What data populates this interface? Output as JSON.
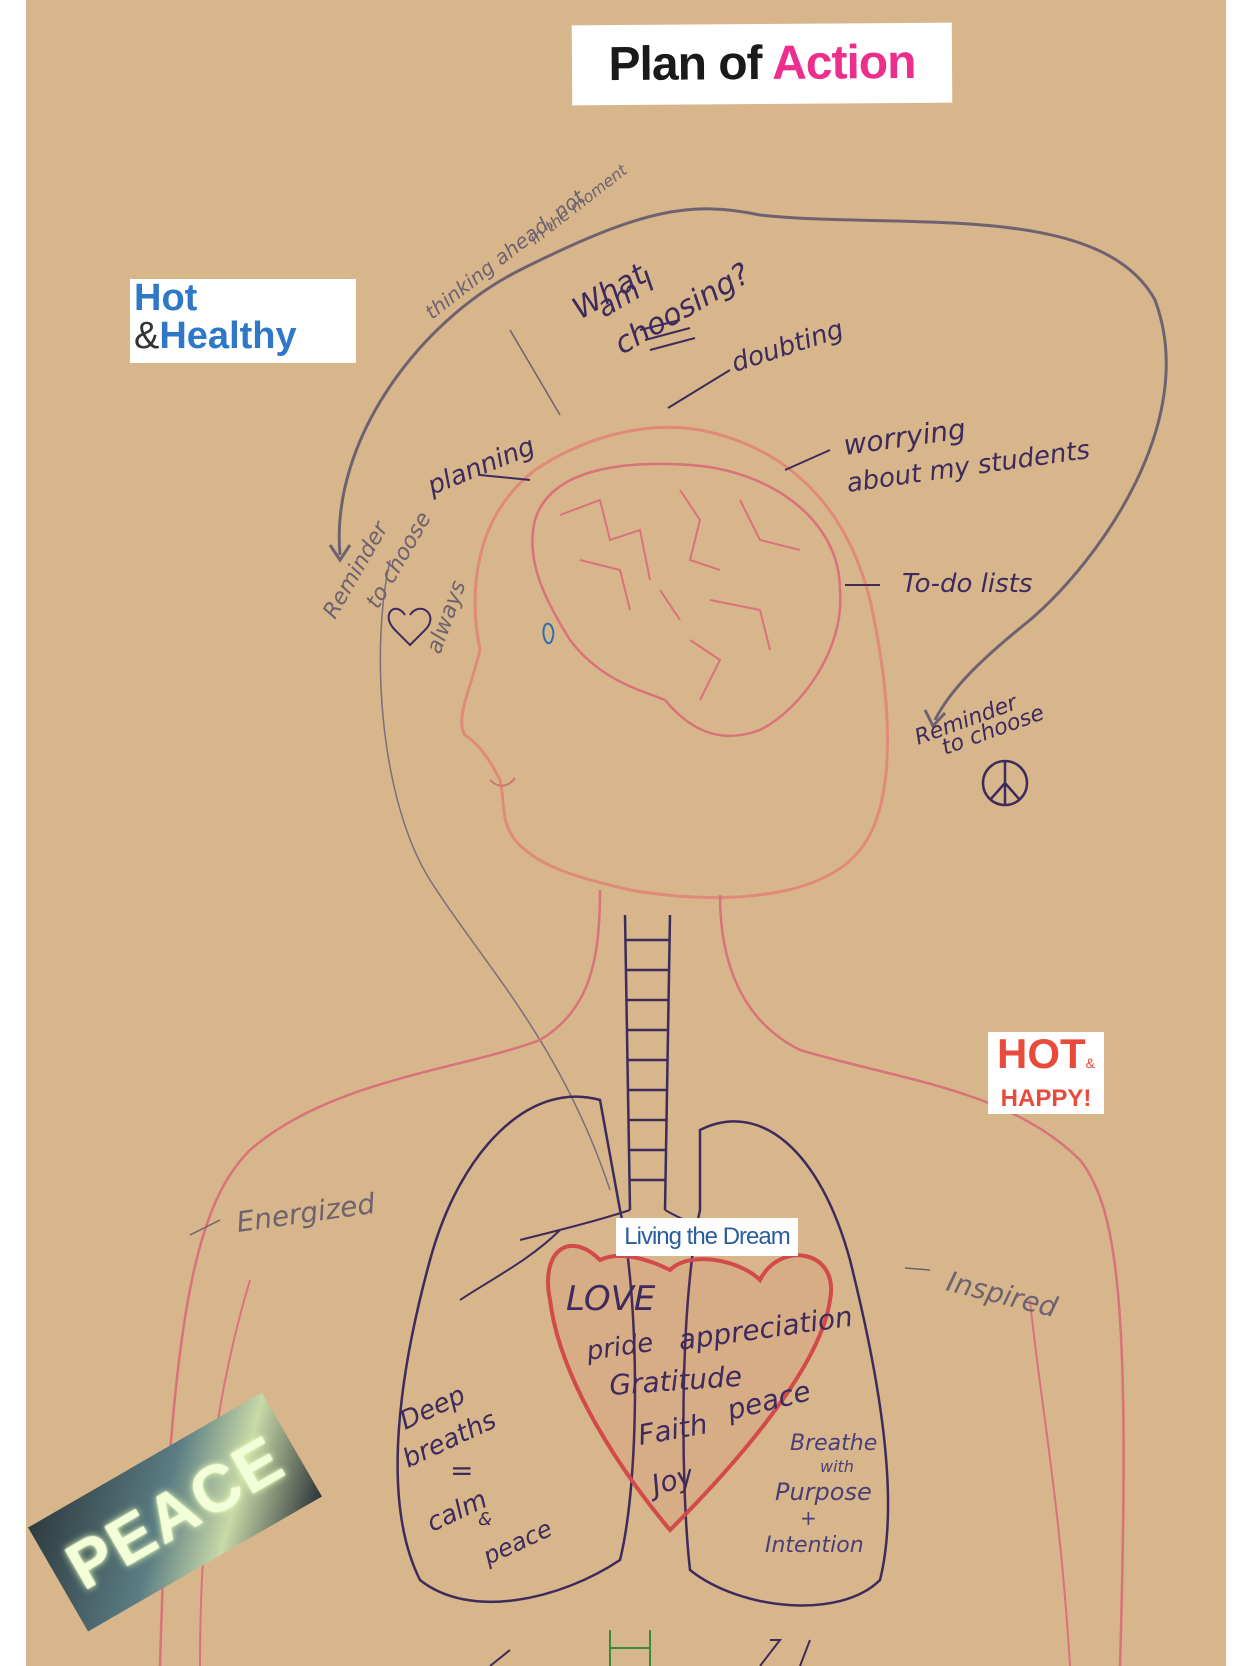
{
  "cutouts": {
    "title": {
      "word1": "Plan of",
      "word2": "Action"
    },
    "hot_healthy": {
      "line1": "Hot",
      "amp": "&",
      "line2": "Healthy"
    },
    "hot_happy": {
      "line1": "HOT",
      "amp": "&",
      "line2": "HAPPY!"
    },
    "living": "Living the Dream",
    "peace": "PEACE"
  },
  "notes": {
    "thinking_ahead": "thinking ahead, not",
    "in_the_moment": "in the moment",
    "what_am_i": "What",
    "what_am_i2": "am I",
    "choosing": "choosing?",
    "doubting": "doubting",
    "planning": "planning",
    "worrying": "worrying",
    "about_students": "about my students",
    "todo": "To-do lists",
    "reminder_left_1": "Reminder",
    "reminder_left_2": "to choose",
    "always": "always",
    "reminder_right_1": "Reminder",
    "reminder_right_2": "to choose",
    "energized": "Energized",
    "inspired": "Inspired",
    "deep": "Deep",
    "breaths": "breaths",
    "equals": "=",
    "calm": "calm",
    "and": "&",
    "peace_word": "peace",
    "love": "LOVE",
    "pride": "pride",
    "appreciation": "appreciation",
    "gratitude": "Gratitude",
    "faith": "Faith",
    "peace_heart": "peace",
    "joy": "Joy",
    "breathe": "Breathe",
    "with": "with",
    "purpose": "Purpose",
    "plus": "+",
    "intention": "Intention"
  },
  "colors": {
    "paper": "#d9b78c",
    "ink_purple": "#3e2a5c",
    "ink_gray": "#6f6270",
    "ink_pink": "#d9727a",
    "heart_red": "#d24a4a"
  }
}
